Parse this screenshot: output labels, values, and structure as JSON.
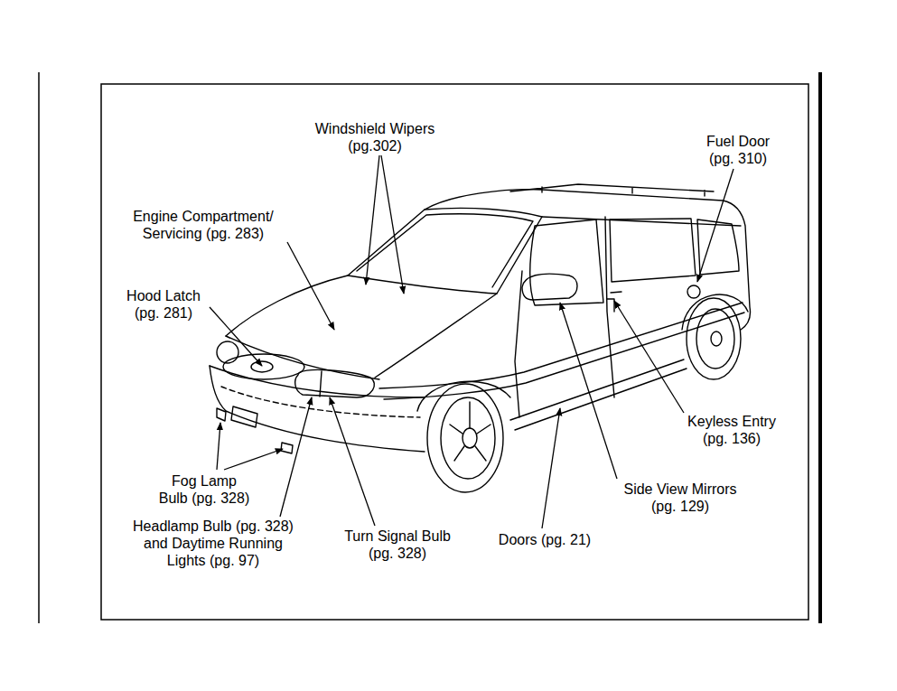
{
  "diagram": {
    "labels": [
      "Windshield Wipers (pg.302)",
      "Fuel Door (pg. 310)",
      "Engine Compartment/ Servicing (pg. 283)",
      "Hood Latch (pg. 281)",
      "Keyless Entry (pg. 136)",
      "Fog Lamp Bulb (pg. 328)",
      "Side View Mirrors (pg. 129)",
      "Headlamp Bulb (pg. 328) and Daytime Running Lights (pg. 97)",
      "Turn Signal Bulb (pg. 328)",
      "Doors (pg. 21)"
    ]
  }
}
